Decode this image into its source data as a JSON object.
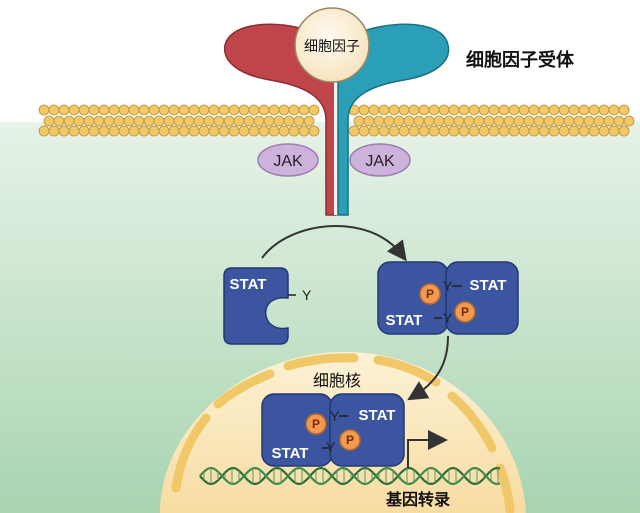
{
  "labels": {
    "cytokine": "细胞因子",
    "receptor": "细胞因子受体",
    "jak_left": "JAK",
    "jak_right": "JAK",
    "nucleus": "细胞核",
    "transcription": "基因转录"
  },
  "stat": {
    "name": "STAT",
    "tyrosine": "Y",
    "phospho": "P"
  },
  "colors": {
    "cytoplasm": "#d6ecd9",
    "membrane_bead": "#f2c866",
    "receptor_red": "#c0454b",
    "receptor_teal": "#2b9fb7",
    "jak_fill": "#cdb3db",
    "stat_fill": "#3b55a1",
    "nucleus_fill": "#fbe8bf",
    "nucleus_edge": "#f0c867",
    "phospho_fill": "#f29a52",
    "dna": "#2e6b3a"
  }
}
